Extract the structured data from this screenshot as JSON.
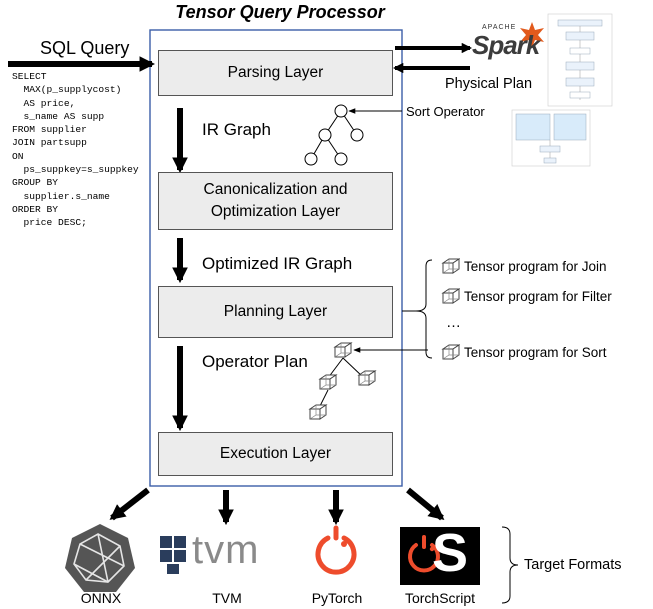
{
  "title": "Tensor Query Processor",
  "input": {
    "label": "SQL Query",
    "sql_lines": [
      "SELECT",
      "  MAX(p_supplycost)",
      "  AS price,",
      "  s_name AS supp",
      "FROM supplier",
      "JOIN partsupp",
      "ON",
      "  ps_suppkey=s_suppkey",
      "GROUP BY",
      "  supplier.s_name",
      "ORDER BY",
      "  price DESC;"
    ]
  },
  "layers": [
    {
      "id": "parsing",
      "lines": [
        "Parsing Layer"
      ]
    },
    {
      "id": "canonicalization",
      "lines": [
        "Canonicalization and",
        "Optimization Layer"
      ]
    },
    {
      "id": "planning",
      "lines": [
        "Planning Layer"
      ]
    },
    {
      "id": "execution",
      "lines": [
        "Execution Layer"
      ]
    }
  ],
  "intermediates": {
    "ir_graph": "IR Graph",
    "optimized_ir_graph": "Optimized IR Graph",
    "operator_plan": "Operator Plan",
    "sort_operator": "Sort Operator"
  },
  "spark": {
    "logo_small": "APACHE",
    "logo_text": "Spark",
    "physical_plan": "Physical Plan"
  },
  "tensor_programs": [
    "Tensor program for Join",
    "Tensor program for Filter",
    "…",
    "Tensor program for Sort"
  ],
  "targets": {
    "group_label": "Target Formats",
    "items": [
      {
        "name": "ONNX",
        "icon": "onnx-icon"
      },
      {
        "name": "TVM",
        "icon": "tvm-icon"
      },
      {
        "name": "PyTorch",
        "icon": "pytorch-icon"
      },
      {
        "name": "TorchScript",
        "icon": "torchscript-icon"
      }
    ],
    "tvm_logo_text": "tvm"
  },
  "colors": {
    "box_fill": "#ececec",
    "processor_border": "#3b5ea8",
    "spark_orange": "#e25a1c",
    "tvm_blue": "#2a3d5c",
    "tvm_gray": "#8a8a8a",
    "pytorch_orange": "#ee4c2c",
    "onnx_gray": "#555555"
  }
}
